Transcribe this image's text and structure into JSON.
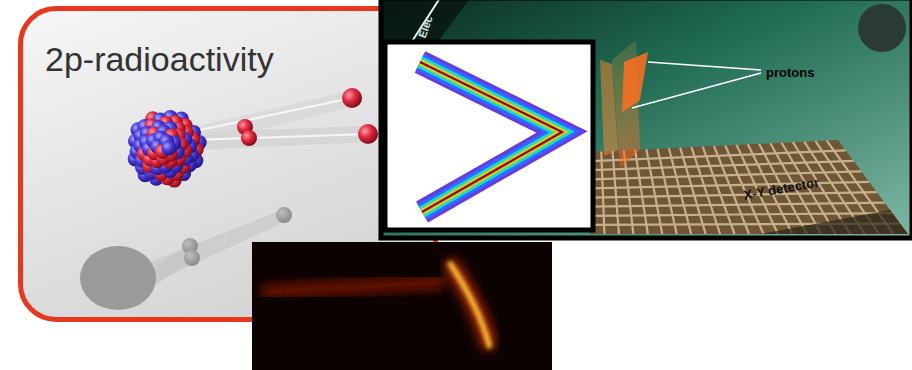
{
  "diagram": {
    "nodes": [
      {
        "text": [
          "2p-radioactivity"
        ]
      }
    ],
    "labels": [
      "protons",
      "X-Y detector",
      "Elec"
    ]
  }
}
